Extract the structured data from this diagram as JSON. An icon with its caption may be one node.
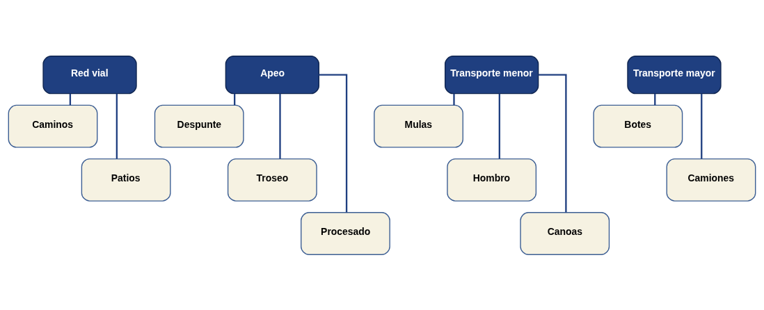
{
  "diagram": {
    "nodes": [
      {
        "text": [
          "Red vial"
        ]
      },
      {
        "text": [
          "Caminos"
        ]
      },
      {
        "text": [
          "Patios"
        ]
      },
      {
        "text": [
          "Apeo"
        ]
      },
      {
        "text": [
          "Despunte"
        ]
      },
      {
        "text": [
          "Troseo"
        ]
      },
      {
        "text": [
          "Procesado"
        ]
      },
      {
        "text": [
          "Transporte menor"
        ]
      },
      {
        "text": [
          "Mulas"
        ]
      },
      {
        "text": [
          "Hombro"
        ]
      },
      {
        "text": [
          "Canoas"
        ]
      },
      {
        "text": [
          "Transporte mayor"
        ]
      },
      {
        "text": [
          "Botes"
        ]
      },
      {
        "text": [
          "Camiones"
        ]
      }
    ],
    "edges": [
      {
        "from": 0,
        "to": 1,
        "arrow": "none"
      },
      {
        "from": 0,
        "to": 2,
        "arrow": "none"
      },
      {
        "from": 3,
        "to": 4,
        "arrow": "none"
      },
      {
        "from": 3,
        "to": 5,
        "arrow": "none"
      },
      {
        "from": 3,
        "to": 6,
        "arrow": "none"
      },
      {
        "from": 7,
        "to": 8,
        "arrow": "none"
      },
      {
        "from": 7,
        "to": 9,
        "arrow": "none"
      },
      {
        "from": 7,
        "to": 10,
        "arrow": "none"
      },
      {
        "from": 11,
        "to": 12,
        "arrow": "none"
      },
      {
        "from": 11,
        "to": 13,
        "arrow": "none"
      }
    ]
  }
}
